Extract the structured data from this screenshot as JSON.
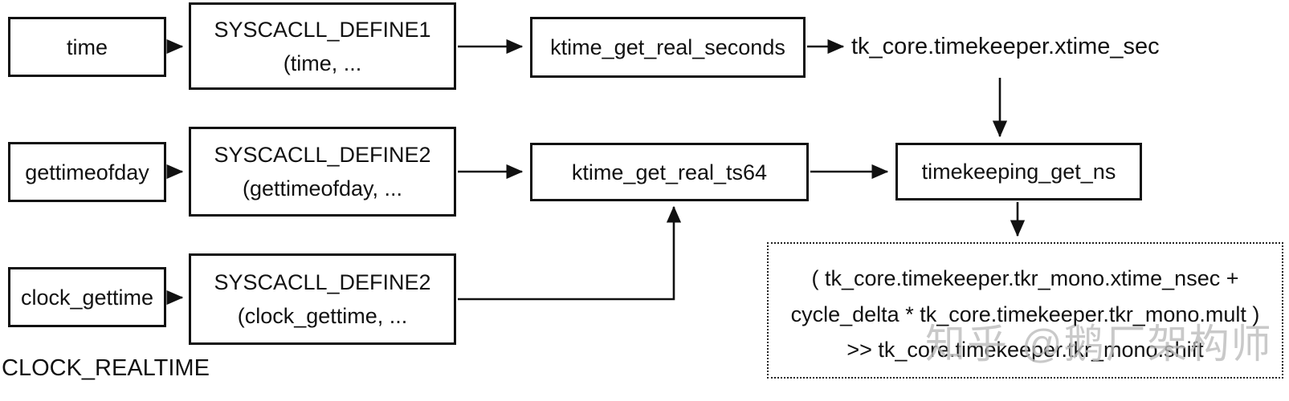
{
  "colors": {
    "background": "#ffffff",
    "line": "#111111",
    "text": "#111111",
    "watermark": "#bcbcbc"
  },
  "nodes": {
    "time": {
      "label": "time"
    },
    "syscall_define1": {
      "line1": "SYSCACLL_DEFINE1",
      "line2": "(time, ..."
    },
    "ktime_get_real_seconds": {
      "label": "ktime_get_real_seconds"
    },
    "xtime_sec": {
      "label": "tk_core.timekeeper.xtime_sec"
    },
    "gettimeofday": {
      "label": "gettimeofday"
    },
    "syscall_define2_gettimeofday": {
      "line1": "SYSCACLL_DEFINE2",
      "line2": "(gettimeofday, ..."
    },
    "ktime_get_real_ts64": {
      "label": "ktime_get_real_ts64"
    },
    "timekeeping_get_ns": {
      "label": "timekeeping_get_ns"
    },
    "clock_gettime": {
      "label": "clock_gettime"
    },
    "syscall_define2_clock_gettime": {
      "line1": "SYSCACLL_DEFINE2",
      "line2": "(clock_gettime, ..."
    },
    "formula": {
      "line1": "( tk_core.timekeeper.tkr_mono.xtime_nsec +",
      "line2": "cycle_delta * tk_core.timekeeper.tkr_mono.mult )",
      "line3": ">> tk_core.timekeeper.tkr_mono.shift"
    }
  },
  "label_bottom_left": "CLOCK_REALTIME",
  "watermark": {
    "text": "知乎 @鹅厂架构师"
  }
}
